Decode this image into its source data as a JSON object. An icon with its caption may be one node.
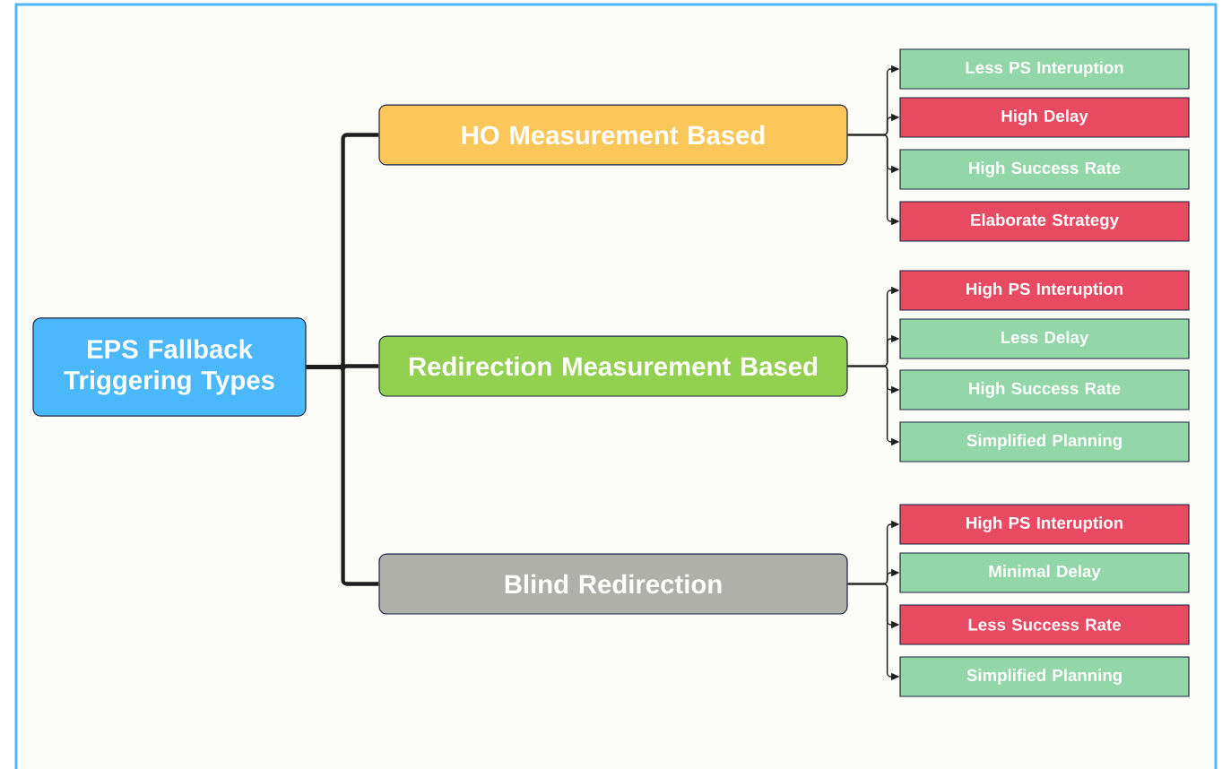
{
  "diagram": {
    "nodes": [
      {
        "text": [
          "EPS Fallback Triggering Types"
        ]
      },
      {
        "text": [
          "HO Measurement Based"
        ]
      },
      {
        "text": [
          "Redirection Measurement Based"
        ]
      },
      {
        "text": [
          "Blind Redirection"
        ]
      },
      {
        "text": [
          "Less PS Interuption"
        ]
      },
      {
        "text": [
          "High Delay"
        ]
      },
      {
        "text": [
          "High Success Rate"
        ]
      },
      {
        "text": [
          "Elaborate Strategy"
        ]
      },
      {
        "text": [
          "High PS Interuption"
        ]
      },
      {
        "text": [
          "Less Delay"
        ]
      },
      {
        "text": [
          "High Success Rate"
        ]
      },
      {
        "text": [
          "Simplified Planning"
        ]
      },
      {
        "text": [
          "High PS Interuption"
        ]
      },
      {
        "text": [
          "Minimal Delay"
        ]
      },
      {
        "text": [
          "Less Success Rate"
        ]
      },
      {
        "text": [
          "Simplified Planning"
        ]
      }
    ],
    "edges": [
      {
        "from": 0,
        "to": 1,
        "arrow": "none",
        "style": "thick"
      },
      {
        "from": 0,
        "to": 2,
        "arrow": "none",
        "style": "thick"
      },
      {
        "from": 0,
        "to": 3,
        "arrow": "none",
        "style": "thick"
      },
      {
        "from": 1,
        "to": 4,
        "arrow": "to"
      },
      {
        "from": 1,
        "to": 5,
        "arrow": "to"
      },
      {
        "from": 1,
        "to": 6,
        "arrow": "to"
      },
      {
        "from": 1,
        "to": 7,
        "arrow": "to"
      },
      {
        "from": 2,
        "to": 8,
        "arrow": "to"
      },
      {
        "from": 2,
        "to": 9,
        "arrow": "to"
      },
      {
        "from": 2,
        "to": 10,
        "arrow": "to"
      },
      {
        "from": 2,
        "to": 11,
        "arrow": "to"
      },
      {
        "from": 3,
        "to": 12,
        "arrow": "to"
      },
      {
        "from": 3,
        "to": 13,
        "arrow": "to"
      },
      {
        "from": 3,
        "to": 14,
        "arrow": "to"
      },
      {
        "from": 3,
        "to": 15,
        "arrow": "to"
      }
    ]
  }
}
